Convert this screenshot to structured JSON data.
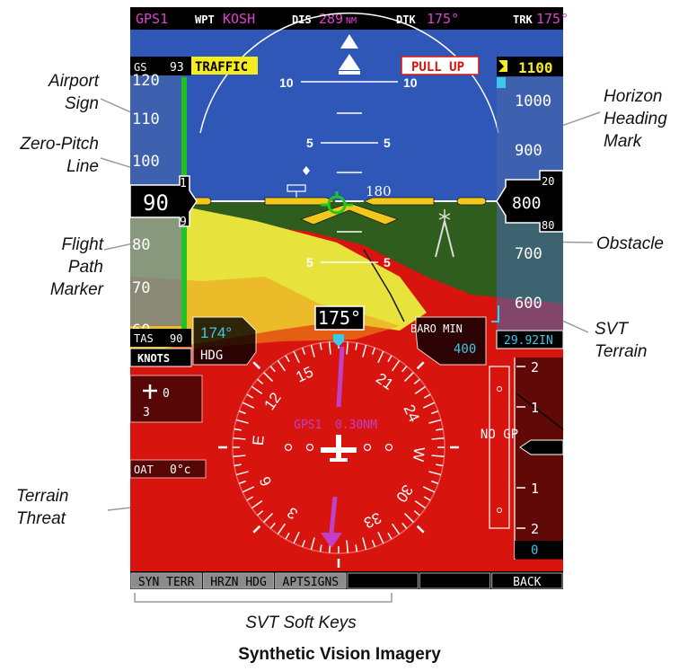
{
  "top_bar": {
    "field1": "GPS1",
    "wpt_label": "WPT",
    "wpt_value": "KOSH",
    "dis_label": "DIS",
    "dis_value": "289",
    "dis_unit": "NM",
    "dtk_label": "DTK",
    "dtk_value": "175°",
    "trk_label": "TRK",
    "trk_value": "175°"
  },
  "airspeed": {
    "gs_label": "GS",
    "gs_value": "93",
    "ticks": [
      "120",
      "110",
      "100",
      "80",
      "70",
      "60"
    ],
    "current": "90",
    "roll_above": "1",
    "roll_below": "9",
    "tas_label": "TAS",
    "tas_value": "90",
    "units": "KNOTS"
  },
  "altitude": {
    "selected": "1100",
    "ticks": [
      "1000",
      "900",
      "700",
      "600"
    ],
    "current": "800",
    "roll_above": "20",
    "roll_below": "80",
    "baro": "29.92IN"
  },
  "annunciations": {
    "traffic": "TRAFFIC",
    "pull_up": "PULL UP"
  },
  "attitude": {
    "pitch_labels": [
      "10",
      "10",
      "5",
      "5",
      "5",
      "5"
    ],
    "horizon_heading": "180"
  },
  "heading": {
    "current": "175°",
    "hdg_box_value": "174°",
    "hdg_box_label": "HDG",
    "baro_min_label": "BARO MIN",
    "baro_min_value": "400",
    "nav_source": "GPS1",
    "nav_distance": "0.30NM",
    "compass_labels": [
      "12",
      "15",
      "21",
      "24",
      "W",
      "30",
      "33",
      "3",
      "6",
      "E"
    ]
  },
  "vsi": {
    "ticks": [
      "2",
      "1",
      "1",
      "2"
    ],
    "value": "0"
  },
  "glidepath": {
    "text": "NO GP"
  },
  "wind": {
    "value": "0",
    "sub": "3"
  },
  "oat": {
    "label": "OAT",
    "value": "0°c"
  },
  "softkeys": [
    "SYN TERR",
    "HRZN HDG",
    "APTSIGNS",
    "",
    "",
    "BACK"
  ],
  "callouts": {
    "airport_sign": [
      "Airport",
      "Sign"
    ],
    "zero_pitch": [
      "Zero-Pitch",
      "Line"
    ],
    "flight_path": [
      "Flight",
      "Path",
      "Marker"
    ],
    "terrain_threat": [
      "Terrain",
      "Threat"
    ],
    "horizon_heading": [
      "Horizon",
      "Heading",
      "Mark"
    ],
    "obstacle": "Obstacle",
    "svt_terrain": [
      "SVT",
      "Terrain"
    ],
    "svt_soft_keys": "SVT Soft Keys"
  },
  "caption": "Synthetic Vision Imagery",
  "colors": {
    "sky": "#2e57b8",
    "terrain_yellow": "#e7e23c",
    "terrain_red": "#d8140e",
    "terrain_green": "#2f5d1d",
    "magenta": "#e040d0",
    "cyan": "#3ec8e8",
    "traffic_yellow": "#f4ec1e"
  }
}
